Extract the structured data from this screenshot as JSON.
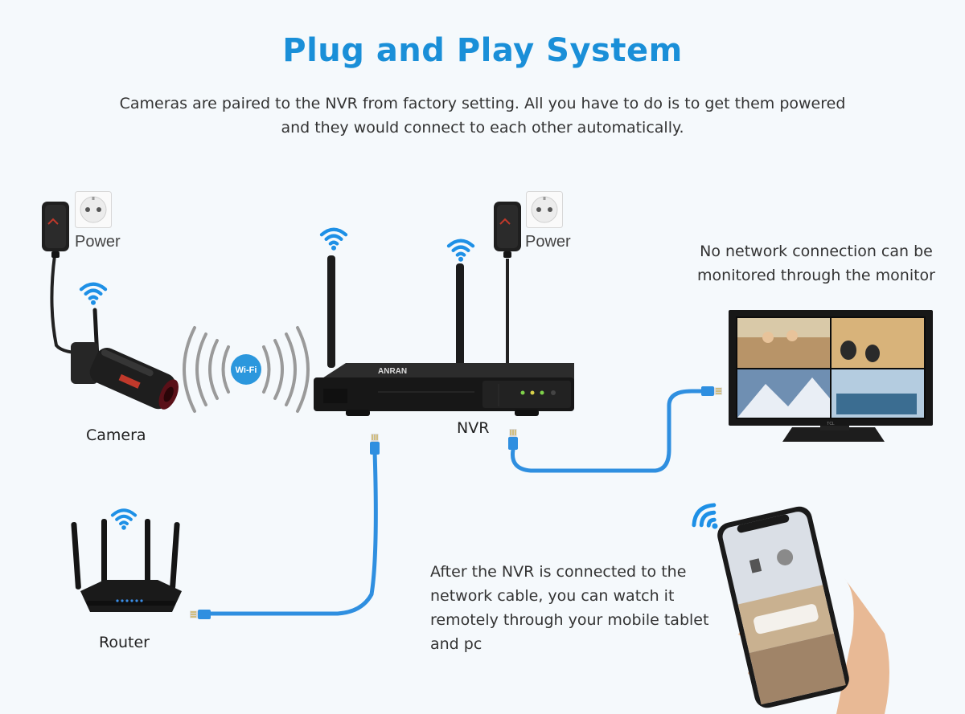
{
  "header": {
    "title": "Plug and Play System",
    "subtitle_line1": "Cameras are paired to the NVR from factory setting. All you have to do is to get them powered",
    "subtitle_line2": "and they would connect to each other automatically."
  },
  "labels": {
    "power_left": "Power",
    "power_right": "Power",
    "camera": "Camera",
    "nvr": "NVR",
    "router": "Router",
    "wifi_badge": "Wi-Fi",
    "brand": "ANRAN",
    "tv_brand": "TCL"
  },
  "notes": {
    "monitor_line1": "No network connection can be",
    "monitor_line2": "monitored through the monitor",
    "mobile_line1": "After the NVR is connected to the",
    "mobile_line2": "network cable, you can watch it",
    "mobile_line3": "remotely through your mobile tablet",
    "mobile_line4": "and pc"
  },
  "colors": {
    "title": "#1a8fd8",
    "cable": "#2f8fe0",
    "wifi": "#1e90e6",
    "device": "#1c1c1c"
  },
  "icons": [
    "wifi-icon",
    "power-outlet-icon",
    "power-adapter-icon",
    "camera-icon",
    "nvr-icon",
    "router-icon",
    "monitor-icon",
    "smartphone-icon",
    "hand-icon",
    "ethernet-plug-icon"
  ]
}
